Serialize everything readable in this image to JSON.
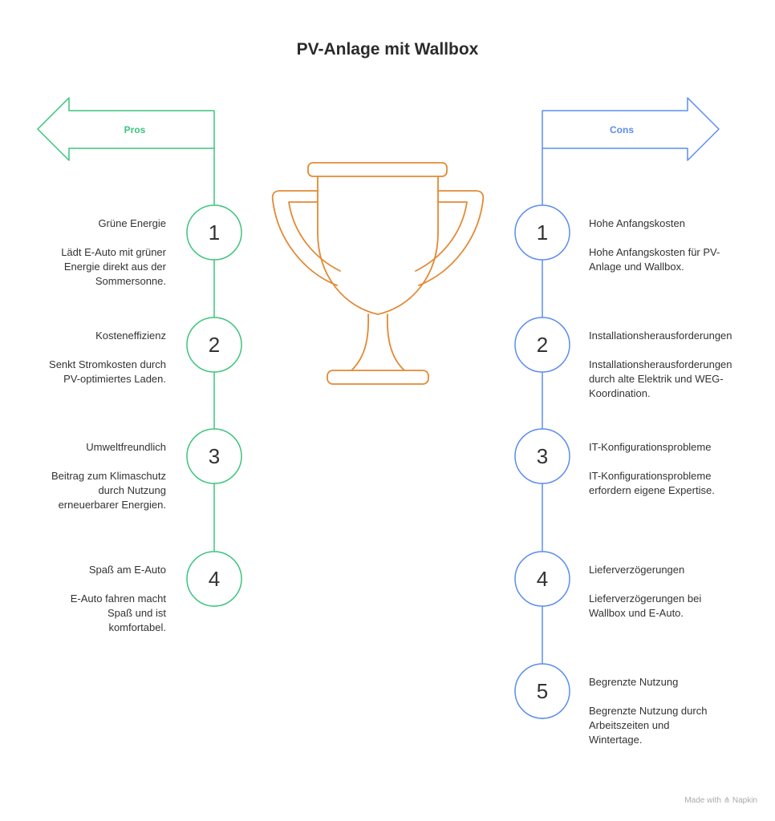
{
  "title": "PV-Anlage mit Wallbox",
  "colors": {
    "pros": "#3dc47e",
    "cons": "#5b8def",
    "trophy": "#e28a35"
  },
  "pros": {
    "label": "Pros",
    "items": [
      {
        "number": "1",
        "heading": "Grüne Energie",
        "text": "Lädt E-Auto mit grüner Energie direkt aus der Sommersonne."
      },
      {
        "number": "2",
        "heading": "Kosteneffizienz",
        "text": "Senkt Stromkosten durch PV-optimiertes Laden."
      },
      {
        "number": "3",
        "heading": "Umweltfreundlich",
        "text": "Beitrag zum Klimaschutz durch Nutzung erneuerbarer Energien."
      },
      {
        "number": "4",
        "heading": "Spaß am E-Auto",
        "text": "E-Auto fahren macht Spaß und ist komfortabel."
      }
    ]
  },
  "cons": {
    "label": "Cons",
    "items": [
      {
        "number": "1",
        "heading": "Hohe Anfangskosten",
        "text": "Hohe Anfangskosten für PV-Anlage und Wallbox."
      },
      {
        "number": "2",
        "heading": "Installationsherausforderungen",
        "text": "Installationsherausforderungen durch alte Elektrik und WEG-Koordination."
      },
      {
        "number": "3",
        "heading": "IT-Konfigurationsprobleme",
        "text": "IT-Konfigurationsprobleme erfordern eigene Expertise."
      },
      {
        "number": "4",
        "heading": "Lieferverzögerungen",
        "text": "Lieferverzögerungen bei Wallbox und E-Auto."
      },
      {
        "number": "5",
        "heading": "Begrenzte Nutzung",
        "text": "Begrenzte Nutzung durch Arbeitszeiten und Wintertage."
      }
    ]
  },
  "footer": {
    "text": "Made with",
    "brand": "Napkin",
    "brand_icon": "napkin-logo-icon"
  }
}
